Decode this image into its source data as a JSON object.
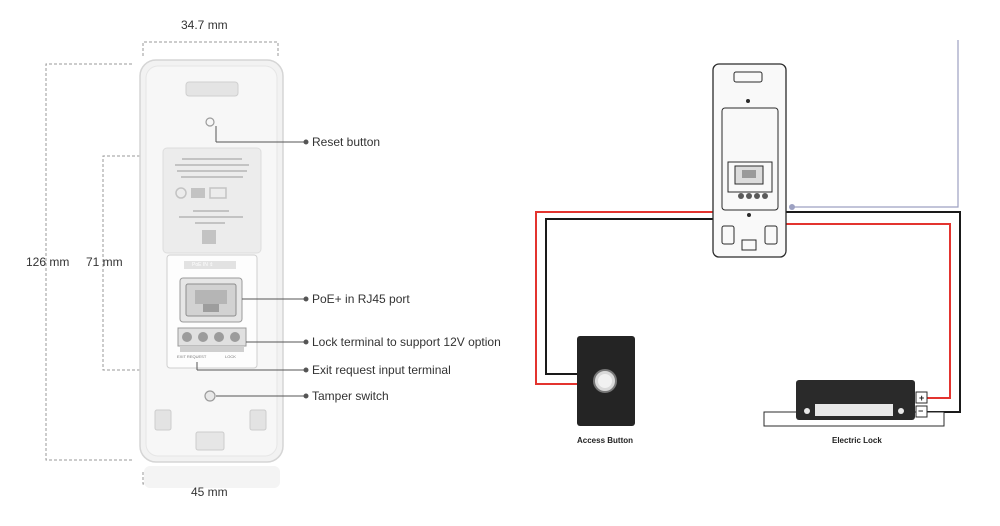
{
  "dimensions": {
    "top_width": "34.7 mm",
    "height_total": "126 mm",
    "height_inner": "71 mm",
    "bottom_width": "45 mm"
  },
  "callouts": {
    "reset": "Reset button",
    "poe": "PoE+ in RJ45 port",
    "lock_terminal": "Lock terminal to support 12V option",
    "exit_request": "Exit request input terminal",
    "tamper": "Tamper switch"
  },
  "device_label_text": {
    "poe_in": "PoE IN ⇕",
    "exit_request": "EXIT REQUEST",
    "lock": "LOCK"
  },
  "wiring": {
    "access_button": "Access Button",
    "electric_lock": "Electric Lock",
    "plus": "+",
    "minus": "−"
  },
  "colors": {
    "wire_red": "#e3342f",
    "wire_black": "#1a1a1a",
    "dim_line": "#9a9a9a",
    "callout_line": "#555555"
  }
}
